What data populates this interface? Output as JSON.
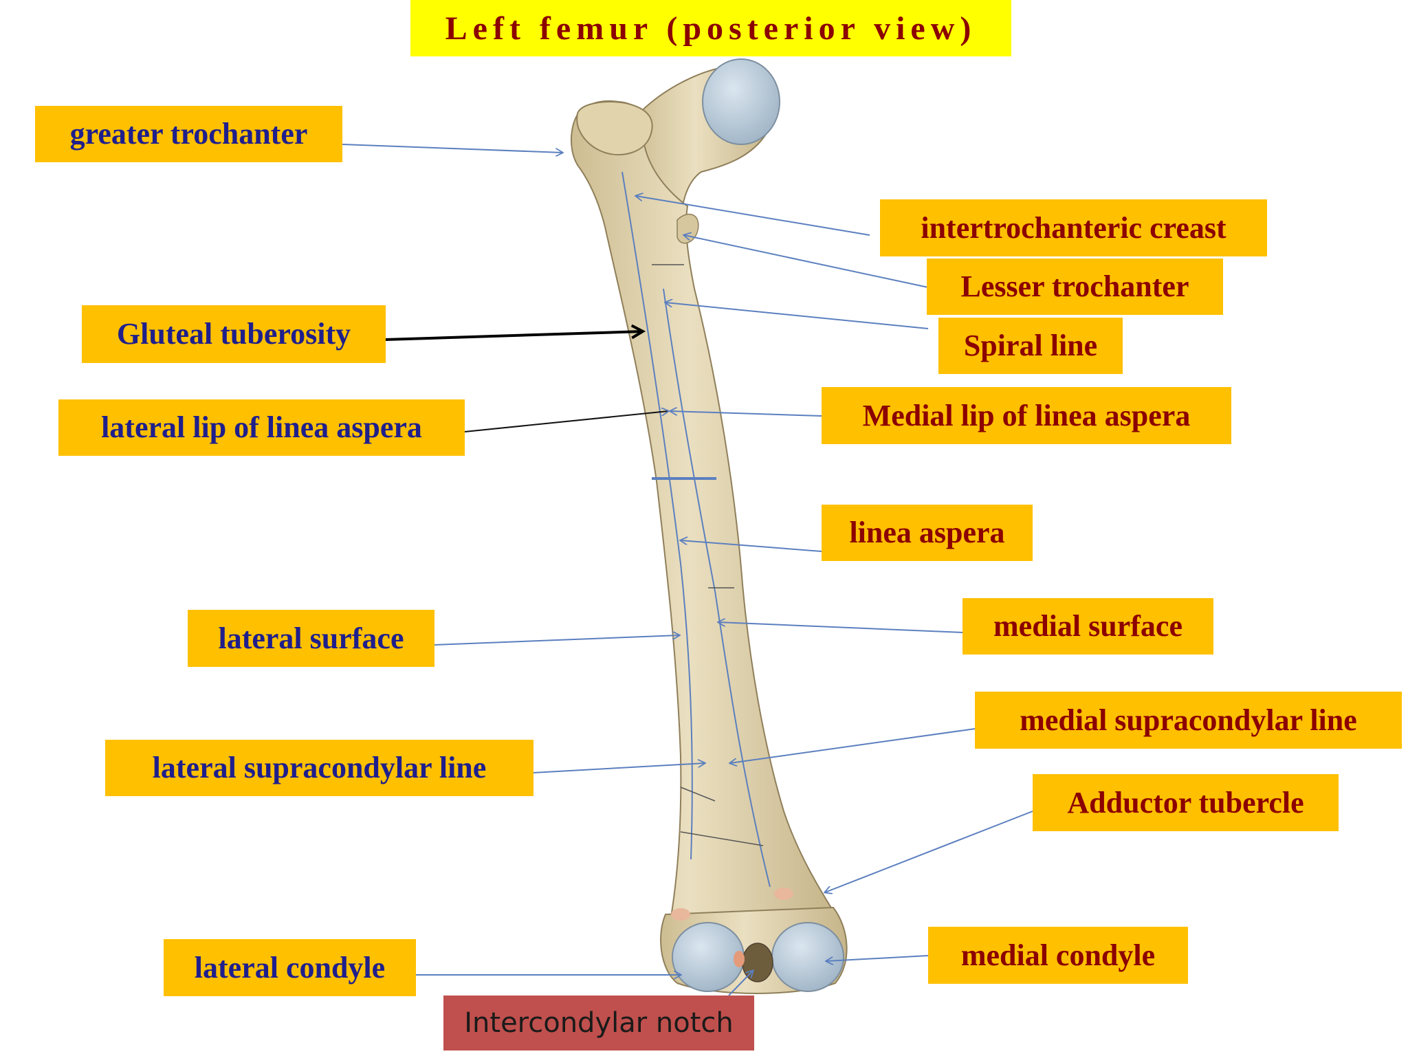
{
  "title": "Left femur (posterior view)",
  "labels": {
    "greater_trochanter": "greater trochanter",
    "intertrochanteric_crest": "intertrochanteric creast",
    "lesser_trochanter": "Lesser trochanter",
    "gluteal_tuberosity": "Gluteal tuberosity",
    "spiral_line": "Spiral line",
    "lateral_lip": "lateral lip of linea aspera",
    "medial_lip": "Medial lip of linea aspera",
    "linea_aspera": "linea aspera",
    "lateral_surface": "lateral surface",
    "medial_surface": "medial surface",
    "medial_supracondylar": "medial supracondylar line",
    "lateral_supracondylar": "lateral supracondylar line",
    "adductor_tubercle": "Adductor tubercle",
    "lateral_condyle": "lateral condyle",
    "medial_condyle": "medial condyle",
    "intercondylar_notch": "Intercondylar notch"
  },
  "colors": {
    "label_fill": "#ffc000",
    "title_fill": "#ffff00",
    "notch_fill": "#c0504d",
    "left_text": "#1f1f8c",
    "right_text": "#8b0000",
    "bone": "#e3d5b0",
    "cartilage": "#b9cbd9",
    "leader_line": "#5b7fbf"
  }
}
